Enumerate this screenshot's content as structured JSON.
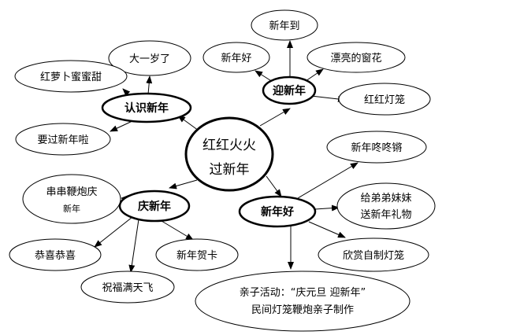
{
  "center": {
    "line1": "红红火火",
    "line2": "过新年"
  },
  "hubs": {
    "renshi": "认识新年",
    "yingxin": "迎新年",
    "qing": "庆新年",
    "xinnianhao": "新年好"
  },
  "leaves": {
    "dayisui": "大一岁了",
    "hongluobo": "红萝卜蜜蜜甜",
    "yaoguo": "要过新年啦",
    "xinniandao": "新年到",
    "xinnianhao_leaf": "新年好",
    "chuanghua": "漂亮的窗花",
    "denglong": "红红灯笼",
    "bianpao_1": "串串鞭炮庆",
    "bianpao_2": "新年",
    "gongxi": "恭喜恭喜",
    "heka": "新年贺卡",
    "zhufu": "祝福满天飞",
    "dongdong": "新年咚咚锵",
    "dimei_1": "给弟弟妹妹",
    "dimei_2": "送新年礼物",
    "xinshang": "欣赏自制灯笼",
    "activity_1": "亲子活动：“庆元旦  迎新年”",
    "activity_2": "民间灯笼鞭炮亲子制作"
  }
}
